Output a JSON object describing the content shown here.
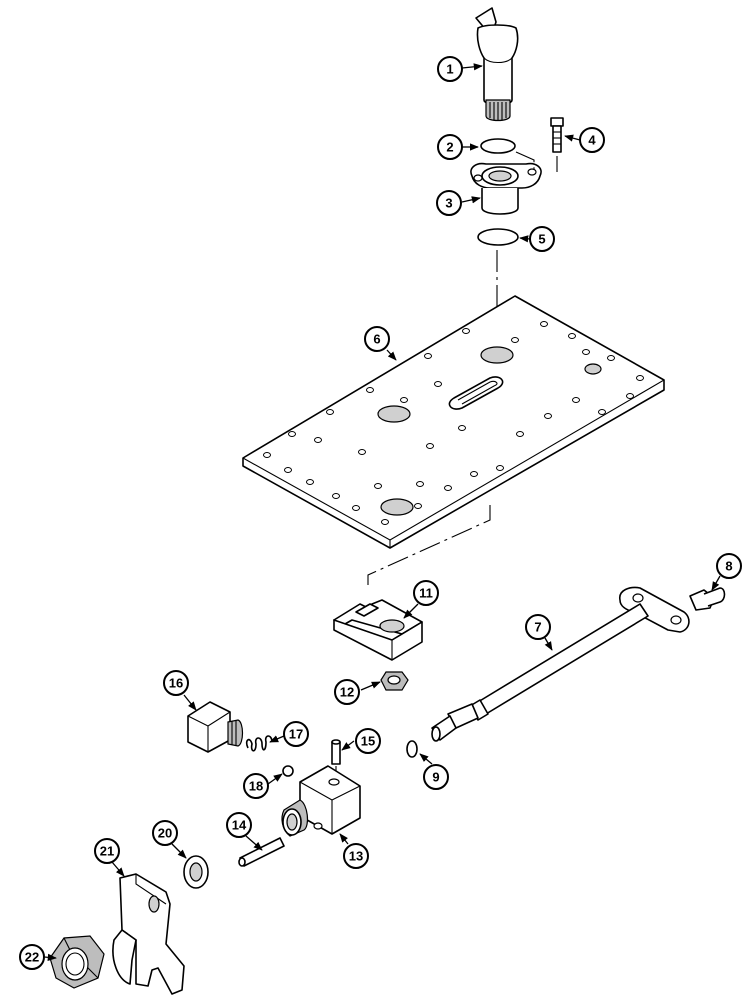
{
  "callouts": [
    {
      "label": "1"
    },
    {
      "label": "2"
    },
    {
      "label": "3"
    },
    {
      "label": "4"
    },
    {
      "label": "5"
    },
    {
      "label": "6"
    },
    {
      "label": "7"
    },
    {
      "label": "8"
    },
    {
      "label": "9"
    },
    {
      "label": "11"
    },
    {
      "label": "12"
    },
    {
      "label": "13"
    },
    {
      "label": "14"
    },
    {
      "label": "15"
    },
    {
      "label": "16"
    },
    {
      "label": "17"
    },
    {
      "label": "18"
    },
    {
      "label": "20"
    },
    {
      "label": "21"
    },
    {
      "label": "22"
    }
  ]
}
